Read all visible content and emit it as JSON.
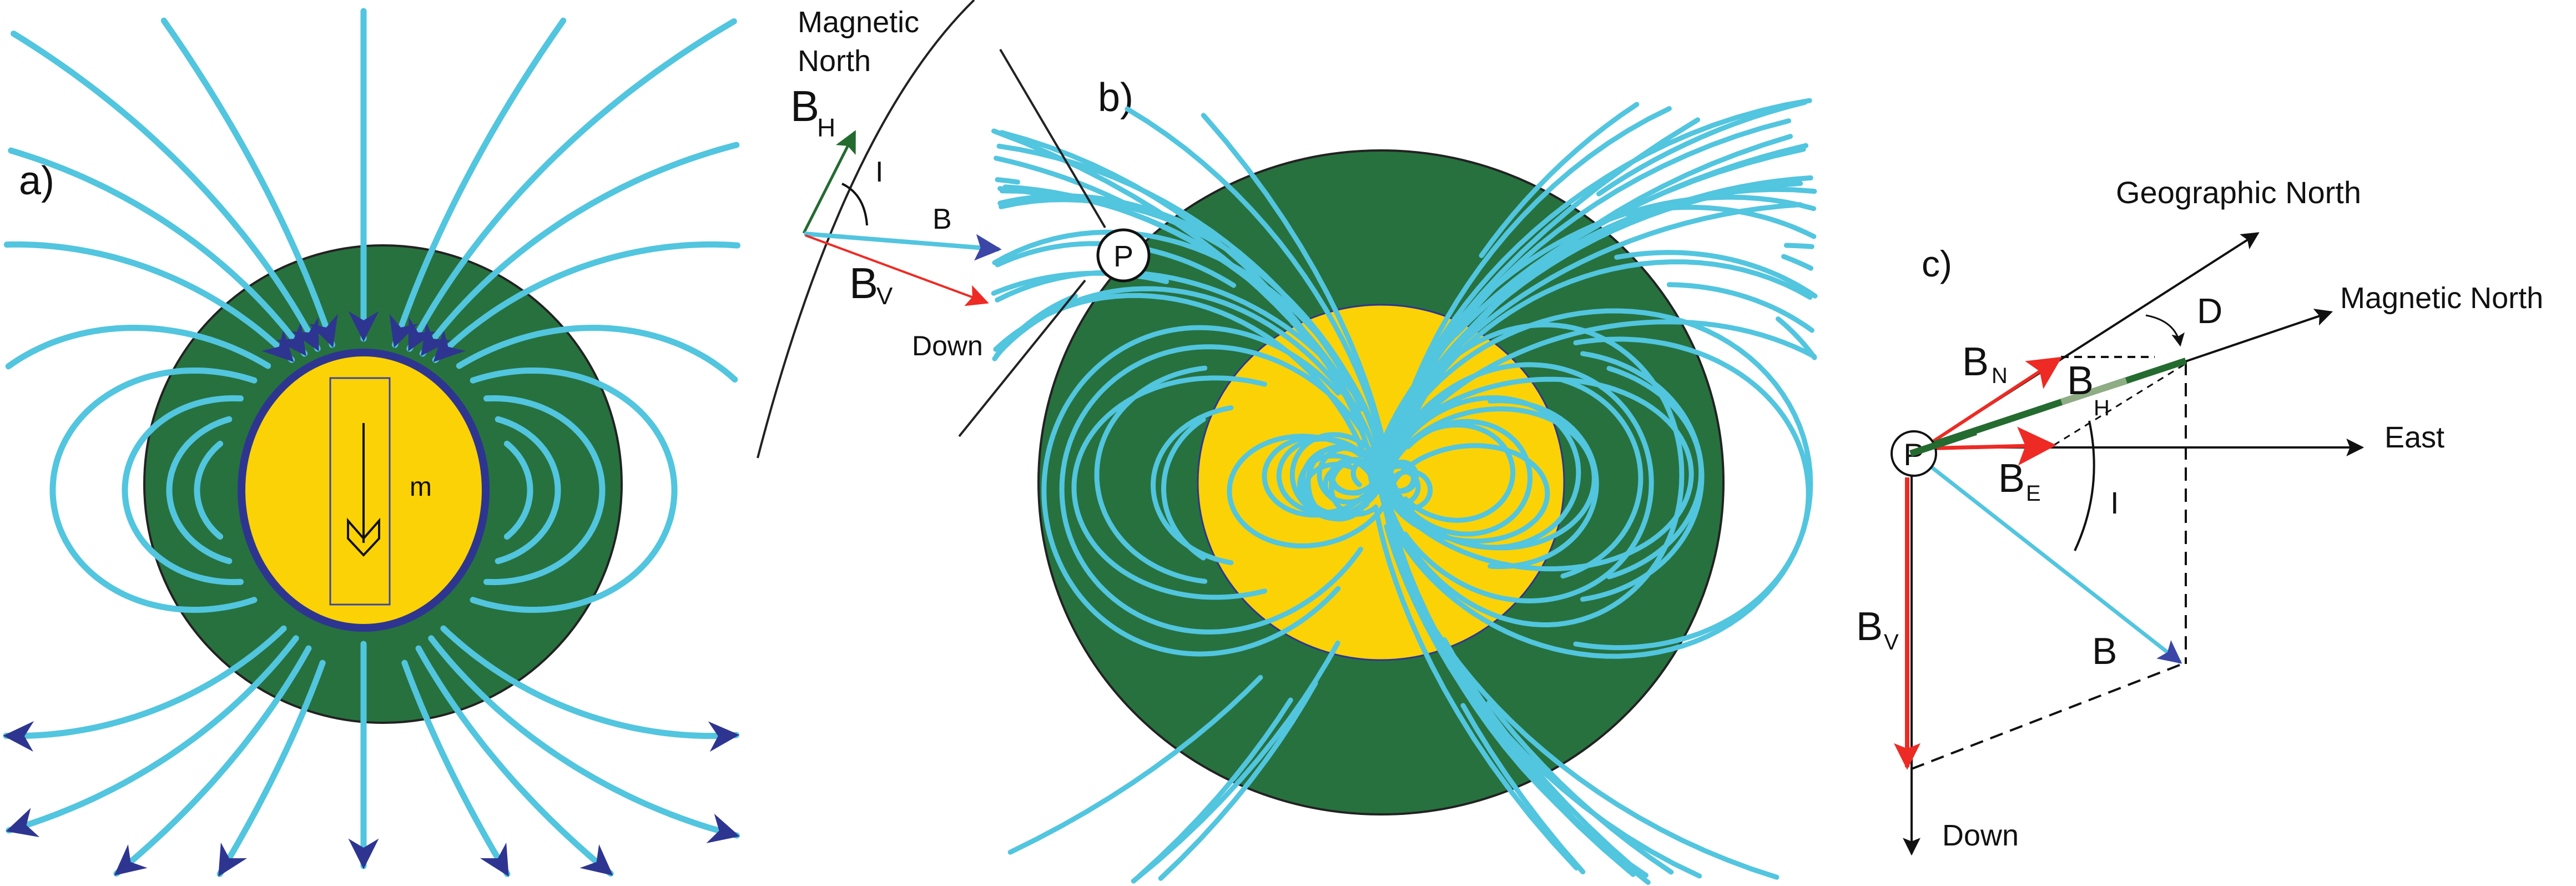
{
  "colors": {
    "mantle_green": "#27713f",
    "core_yellow": "#fbd206",
    "field_line_cyan": "#52c5df",
    "core_boundary_navy": "#2e3590",
    "component_red": "#ee2a24",
    "field_arrow_blue": "#3b46a6",
    "horizontal_green": "#246b30"
  },
  "panel_a": {
    "label": "a)",
    "moment_label": "m"
  },
  "panel_b": {
    "label": "b)",
    "magnetic_north": [
      "Magnetic",
      "North"
    ],
    "bh_label": "B",
    "bh_sub": "H",
    "inclination": "I",
    "b_label": "B",
    "bv_label": "B",
    "bv_sub": "V",
    "down_label": "Down",
    "point_label": "P"
  },
  "panel_c": {
    "label": "c)",
    "geographic_north": "Geographic North",
    "magnetic_north": "Magnetic North",
    "declination": "D",
    "east": "East",
    "down": "Down",
    "bn_label": "B",
    "bn_sub": "N",
    "bh_label": "B",
    "bh_sub": "H",
    "be_label": "B",
    "be_sub": "E",
    "inclination": "I",
    "b_label": "B",
    "bv_label": "B",
    "bv_sub": "V",
    "point_label": "P"
  }
}
